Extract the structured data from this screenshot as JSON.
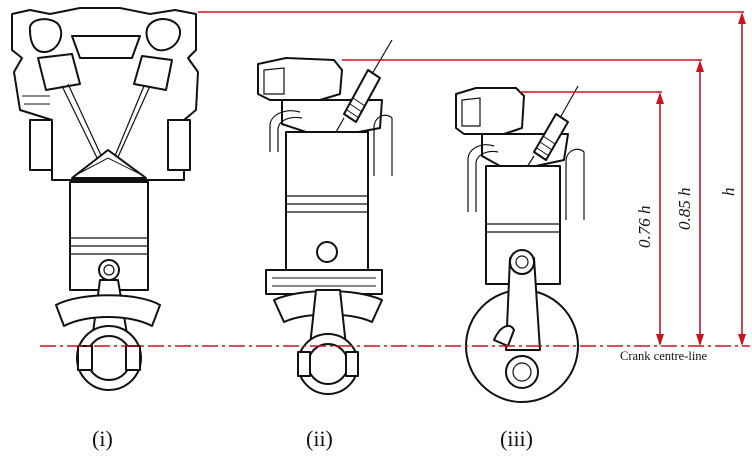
{
  "labels": {
    "engine_1": "(i)",
    "engine_2": "(ii)",
    "engine_3": "(iii)",
    "height_full": "h",
    "height_85": "0.85 h",
    "height_76": "0.76 h",
    "crank_centre_line": "Crank centre-line"
  },
  "colors": {
    "dimension_lines": "#c8141e",
    "drawing_ink": "#111111"
  }
}
